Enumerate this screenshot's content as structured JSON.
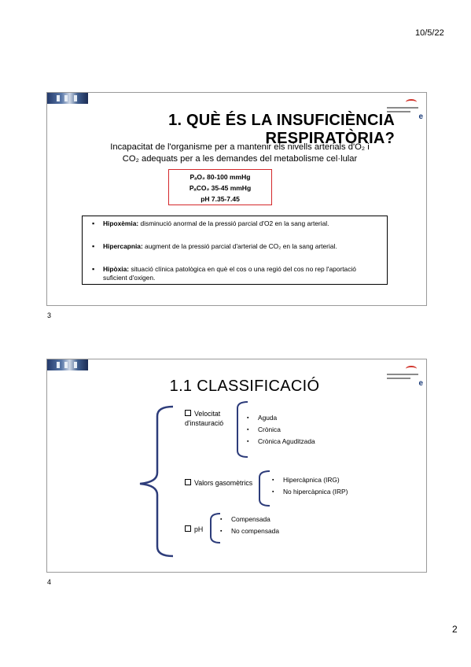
{
  "page": {
    "date": "10/5/22",
    "number": "2"
  },
  "slide1": {
    "number": "3",
    "title": "1. QUÈ ÉS LA INSUFICIÈNCIA RESPIRATÒRIA?",
    "definition_line1": "Incapacitat de l'organisme per a mantenir els nivells arterials d'O₂ i",
    "definition_line2": "CO₂ adequats per a les demandes del metabolisme cel·lular",
    "values": [
      "PₐO₂ 80-100 mmHg",
      "PₐCO₂ 35-45  mmHg",
      "pH  7.35-7.45"
    ],
    "terms": [
      {
        "term": "Hipoxèmia:",
        "desc": " disminució anormal de la pressió parcial d'O2 en la sang arterial."
      },
      {
        "term": "Hipercapnia:",
        "desc": " augment de la pressió parcial d'arterial de CO₂ en la sang arterial."
      },
      {
        "term": "Hipòxia:",
        "desc": " situació clínica patològica en què el cos o una regió del cos no rep l'aportació suficient d'oxigen."
      }
    ]
  },
  "slide2": {
    "number": "4",
    "title": "1.1 CLASSIFICACIÓ",
    "groups": [
      {
        "label_line1": "Velocitat",
        "label_line2": "d'instauració",
        "options": [
          "Aguda",
          "Crònica",
          "Crònica Aguditzada"
        ]
      },
      {
        "label_line1": "Valors gasomètrics",
        "options": [
          "Hipercàpnica (IRG)",
          "No hipercàpnica (IRP)"
        ]
      },
      {
        "label_line1": "pH",
        "options": [
          "Compensada",
          "No compensada"
        ]
      }
    ]
  }
}
